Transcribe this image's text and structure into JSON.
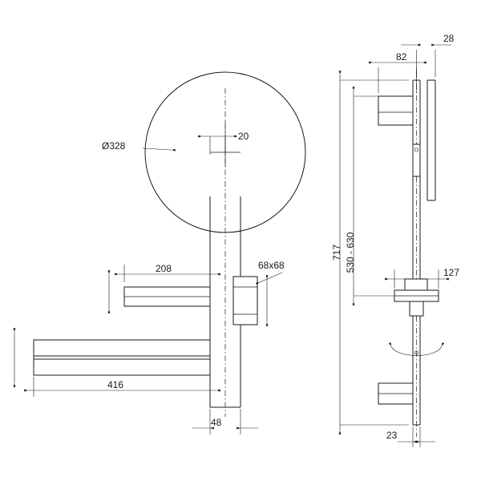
{
  "drawing": {
    "title": "Technical dimension drawing - shower column with round shower head",
    "views": [
      "front-view",
      "side-view"
    ],
    "line_color": "#1a1a1a",
    "background_color": "#ffffff"
  },
  "dimensions": {
    "head_diameter": "Ø328",
    "head_offset": "20",
    "shelf_arm": "208",
    "handle_block": "68x68",
    "lower_arm": "416",
    "column_width": "48",
    "total_height": "717",
    "slider_range": "530 - 630",
    "bracket_depth": "82",
    "wall_plate_depth": "28",
    "shelf_depth": "127",
    "base_depth": "23"
  },
  "labels": [
    {
      "id": "dia-328",
      "text": "Ø328"
    },
    {
      "id": "offset-20",
      "text": "20"
    },
    {
      "id": "arm-208",
      "text": "208"
    },
    {
      "id": "block-68x68",
      "text": "68x68"
    },
    {
      "id": "arm-416",
      "text": "416"
    },
    {
      "id": "width-48",
      "text": "48"
    },
    {
      "id": "height-717",
      "text": "717"
    },
    {
      "id": "range-530-630",
      "text": "530 - 630"
    },
    {
      "id": "depth-82",
      "text": "82"
    },
    {
      "id": "depth-28",
      "text": "28"
    },
    {
      "id": "depth-127",
      "text": "127"
    },
    {
      "id": "depth-23",
      "text": "23"
    }
  ]
}
